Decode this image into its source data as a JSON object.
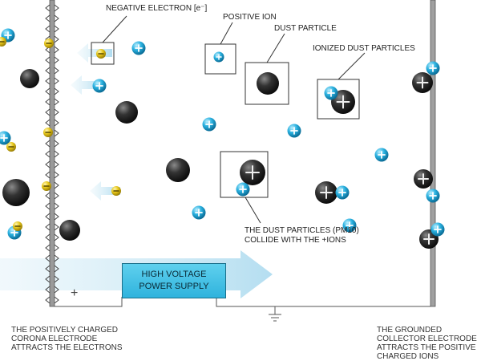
{
  "labels": {
    "negative_electron": "Negative Electron",
    "negative_electron_symbol": "[e⁻]",
    "positive_ion": "Positive Ion",
    "dust_particle": "Dust Particle",
    "ionized_dust": "Ionized Dust Particles",
    "collide_line1": "The dust particles (PM10)",
    "collide_line2": "collide with the +ions",
    "power_line1": "High Voltage",
    "power_line2": "Power Supply",
    "left_caption_1": "The positively charged",
    "left_caption_2": "corona electrode",
    "left_caption_3": "attracts the electrons",
    "right_caption_1": "The grounded",
    "right_caption_2": "collector electrode",
    "right_caption_3": "attracts the positive",
    "right_caption_4": "charged ions",
    "plus_sign": "+"
  },
  "colors": {
    "ion": "#1aa6d6",
    "electron": "#e3c21a",
    "dust": "#2a2a2a",
    "arrow": "#9fd3ea",
    "electrode": "#8a8a8a"
  }
}
